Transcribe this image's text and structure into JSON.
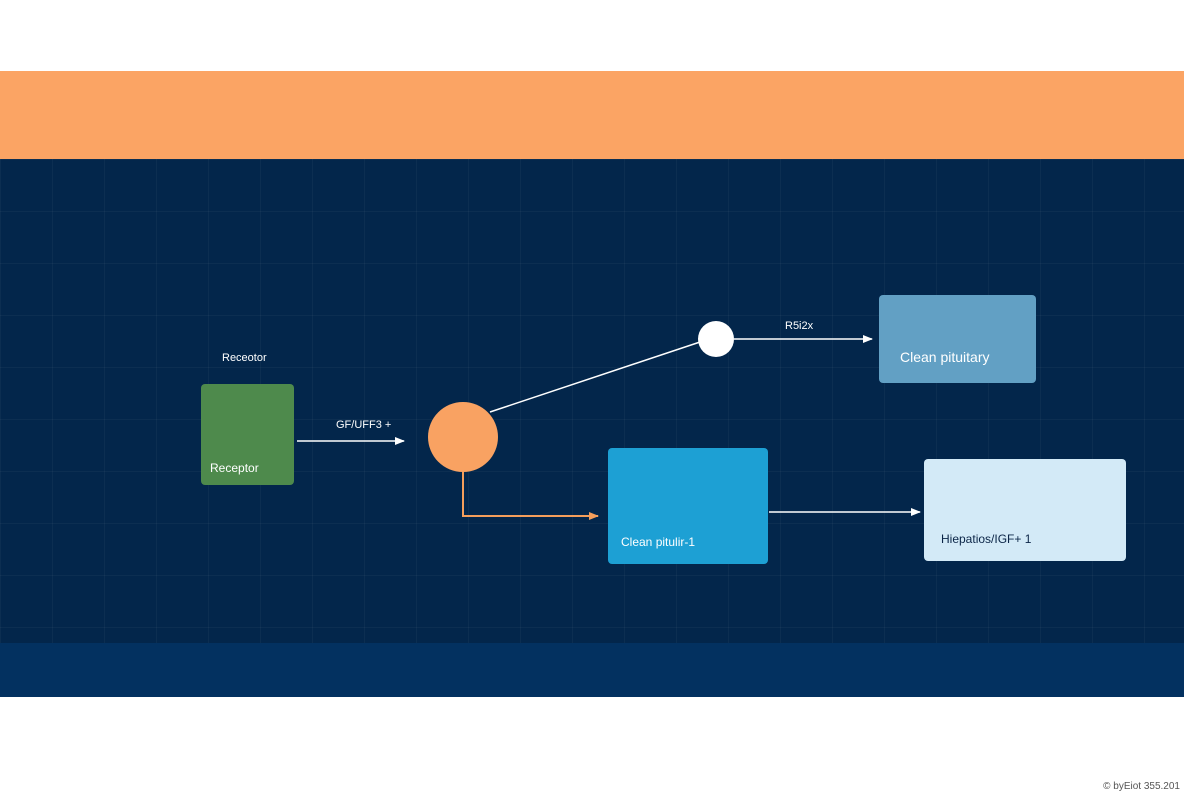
{
  "diagram": {
    "colors": {
      "top_band": "#fba464",
      "panel": "#03264b",
      "footer_band": "#033160",
      "edge": "#ffffff",
      "edge_accent": "#f59e5b"
    },
    "nodes": {
      "receptor": {
        "label": "Receptor",
        "heading": "Receotor"
      },
      "hub": {
        "shape": "circle"
      },
      "junction": {
        "shape": "circle"
      },
      "clean_pituitary": {
        "label": "Clean pituitary"
      },
      "clean_pitulir": {
        "label": "Clean pitulir-1"
      },
      "hepatic": {
        "label": "Hiepatios/IGF+ 1"
      }
    },
    "edges": {
      "receptor_to_hub": {
        "label": "GF/UFF3 +"
      },
      "junction_to_pituitary": {
        "label": "R5i2x"
      }
    }
  },
  "watermark": "© byEiot 355.201"
}
